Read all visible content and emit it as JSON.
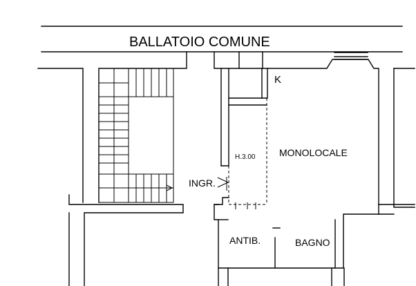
{
  "plan": {
    "corridor": "BALLATOIO COMUNE",
    "kitchen_mark": "K",
    "main_room": "MONOLOCALE",
    "ceiling_height": "H.3.00",
    "entrance": "INGR.",
    "anteroom": "ANTIB.",
    "bathroom": "BAGNO"
  },
  "colors": {
    "line": "#000000",
    "background": "#ffffff"
  }
}
